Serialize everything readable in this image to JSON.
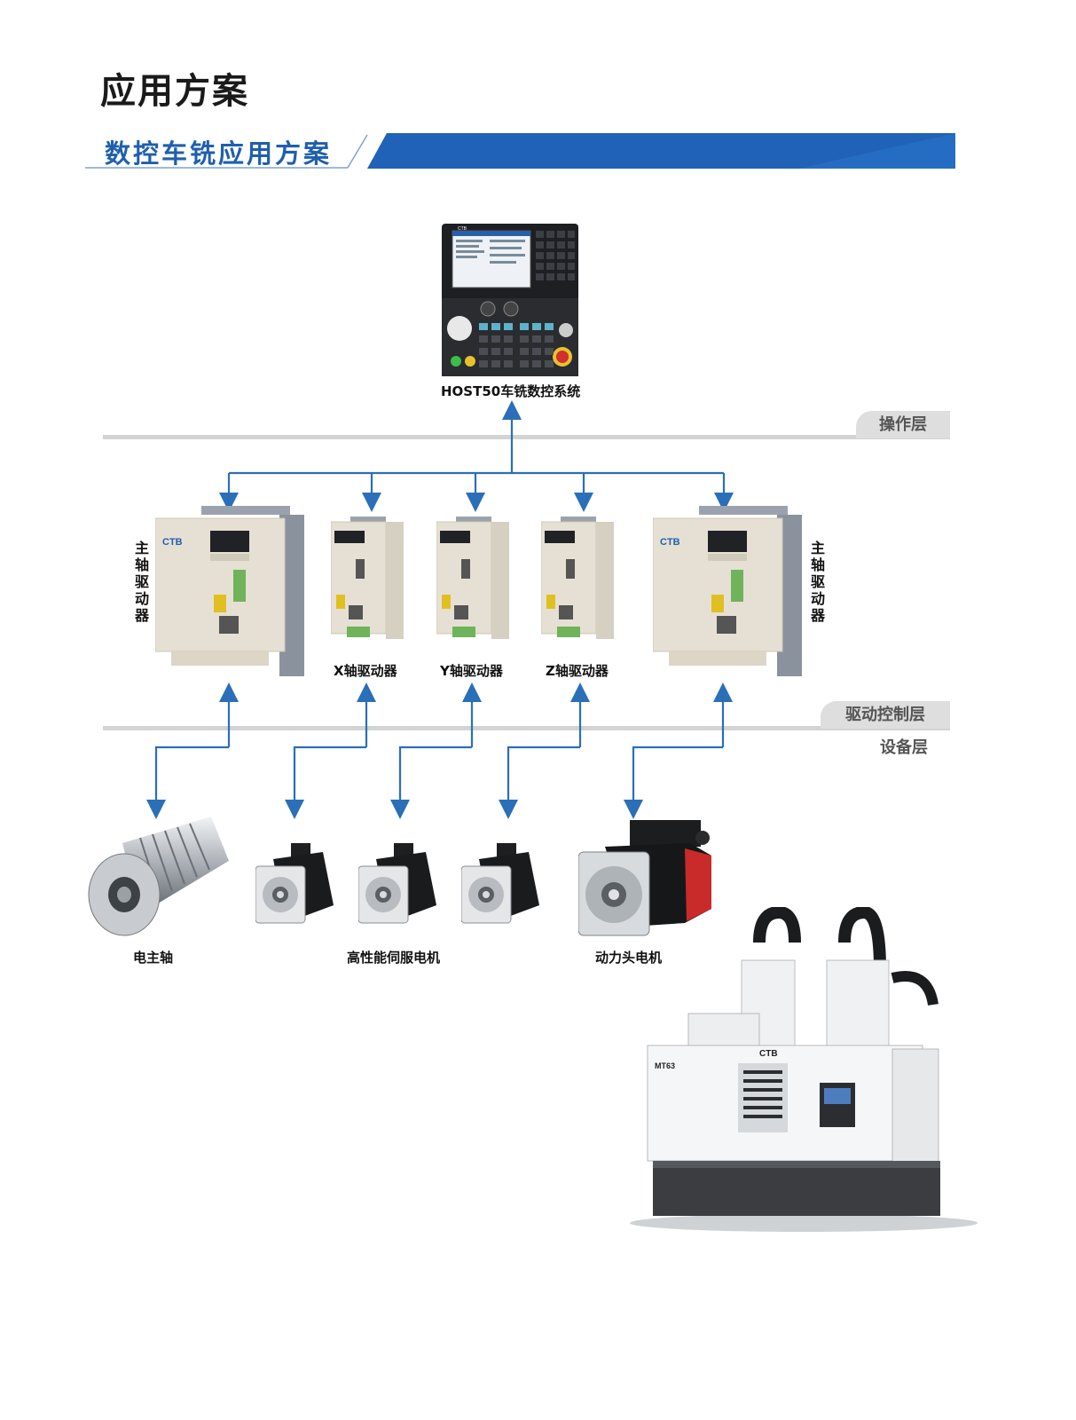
{
  "page": {
    "title": "应用方案",
    "section_title": "数控车铣应用方案"
  },
  "layers": {
    "operation": "操作层",
    "drive_control": "驱动控制层",
    "device": "设备层"
  },
  "cnc": {
    "label": "HOST50车铣数控系统",
    "brand": "CTB"
  },
  "drivers": {
    "spindle_left": {
      "label": "主轴驱动器",
      "brand": "CTB"
    },
    "x": {
      "label": "X轴驱动器"
    },
    "y": {
      "label": "Y轴驱动器"
    },
    "z": {
      "label": "Z轴驱动器"
    },
    "spindle_right": {
      "label": "主轴驱动器",
      "brand": "CTB"
    }
  },
  "devices": {
    "electric_spindle": "电主轴",
    "servo_motor": "高性能伺服电机",
    "power_head_motor": "动力头电机"
  },
  "machine": {
    "brand": "CTB",
    "model": "MT63"
  },
  "colors": {
    "accent_blue": "#1f5fae",
    "arrow_blue": "#2a6fb8",
    "layer_gray": "#d3d3d3"
  }
}
